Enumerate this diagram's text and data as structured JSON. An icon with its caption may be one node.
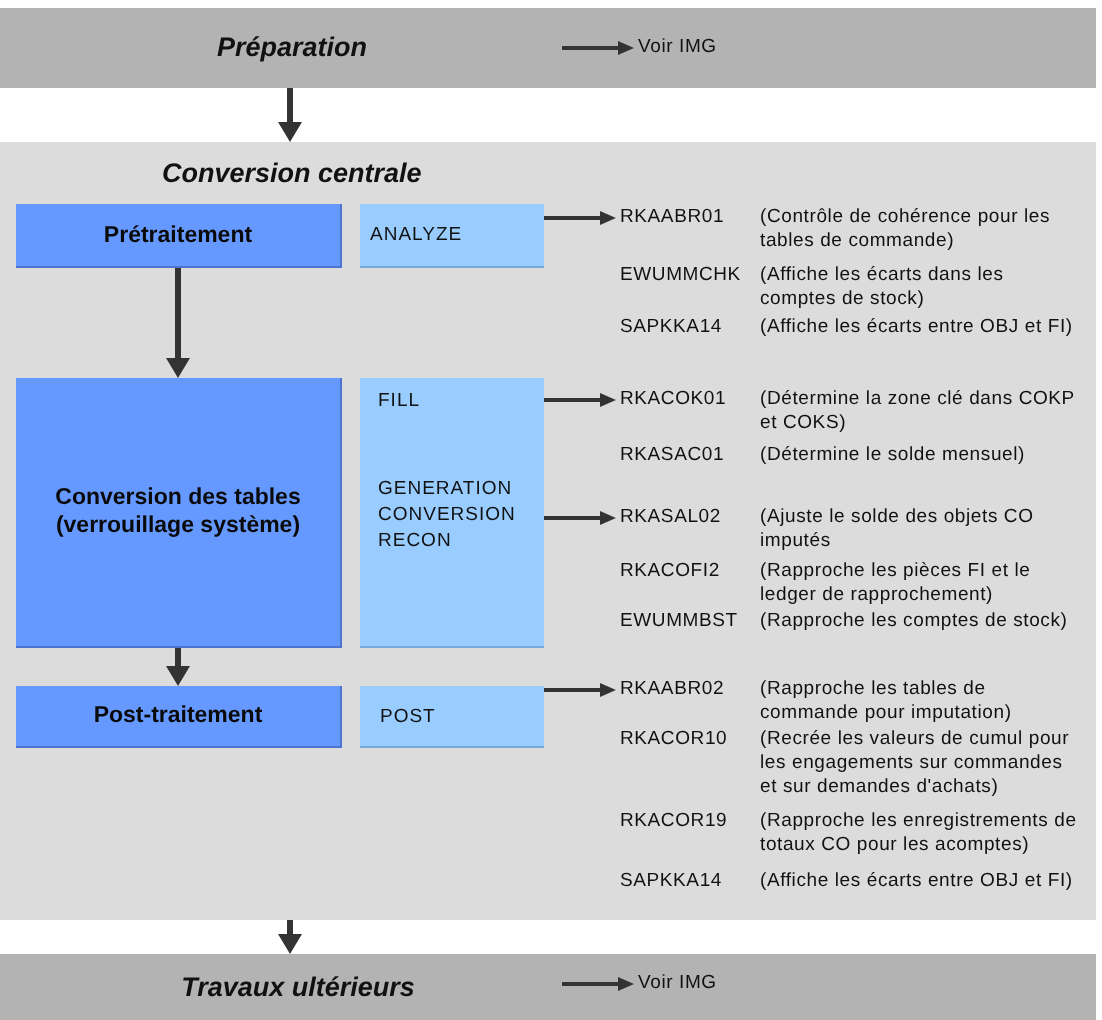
{
  "diagram": {
    "nodes": [
      {
        "text": [
          "Préparation"
        ]
      },
      {
        "text": [
          "Voir IMG"
        ],
        "in": 0
      },
      {
        "text": [
          "Conversion centrale"
        ]
      },
      {
        "text": [
          "Prétraitement"
        ],
        "in": 2
      },
      {
        "text": [
          "ANALYZE"
        ],
        "in": 2
      },
      {
        "text": [
          "Conversion des tables (verrouillage système)"
        ],
        "in": 2
      },
      {
        "text": [
          "FILL",
          "GENERATION",
          "CONVERSION",
          "RECON"
        ],
        "in": 2
      },
      {
        "text": [
          "Post-traitement"
        ],
        "in": 2
      },
      {
        "text": [
          "POST"
        ],
        "in": 2
      },
      {
        "text": [
          "RKAABR01",
          "(Contrôle de cohérence pour les tables de commande)"
        ],
        "in": 2
      },
      {
        "text": [
          "RKACOK01",
          "(Détermine la zone clé dans COKP et COKS)"
        ],
        "in": 2
      },
      {
        "text": [
          "RKASAL02",
          "(Ajuste le solde des objets CO imputés"
        ],
        "in": 2
      },
      {
        "text": [
          "RKAABR02",
          "(Rapproche les tables de commande pour imputation)"
        ],
        "in": 2
      },
      {
        "text": [
          "Travaux ultérieurs"
        ]
      },
      {
        "text": [
          "Voir IMG"
        ],
        "in": 13
      }
    ],
    "edges": [
      {
        "from": 0,
        "to": 2,
        "arrow": "to"
      },
      {
        "from": null,
        "to": 1,
        "arrow": "to"
      },
      {
        "from": 3,
        "to": 5,
        "arrow": "to"
      },
      {
        "from": 5,
        "to": 7,
        "arrow": "to"
      },
      {
        "from": 4,
        "to": 9,
        "arrow": "to"
      },
      {
        "from": 6,
        "to": 10,
        "arrow": "to"
      },
      {
        "from": 6,
        "to": 11,
        "arrow": "to"
      },
      {
        "from": 8,
        "to": 12,
        "arrow": "to"
      },
      {
        "from": 2,
        "to": 13,
        "arrow": "to"
      },
      {
        "from": null,
        "to": 14,
        "arrow": "to"
      }
    ],
    "labels": [
      "EWUMMCHK",
      "(Affiche les écarts dans les comptes de stock)",
      "SAPKKA14",
      "(Affiche les écarts entre OBJ et FI)",
      "RKASAC01",
      "(Détermine le solde mensuel)",
      "RKACOFI2",
      "(Rapproche les pièces FI et le ledger de rapprochement)",
      "EWUMMBST",
      "(Rapproche les comptes de stock)",
      "RKACOR10",
      "(Recrée les valeurs de cumul pour les engagements sur commandes et sur demandes d'achats)",
      "RKACOR19",
      "(Rapproche les enregistrements de totaux CO pour les acomptes)",
      "SAPKKA14",
      "(Affiche les écarts entre OBJ et FI)"
    ]
  }
}
